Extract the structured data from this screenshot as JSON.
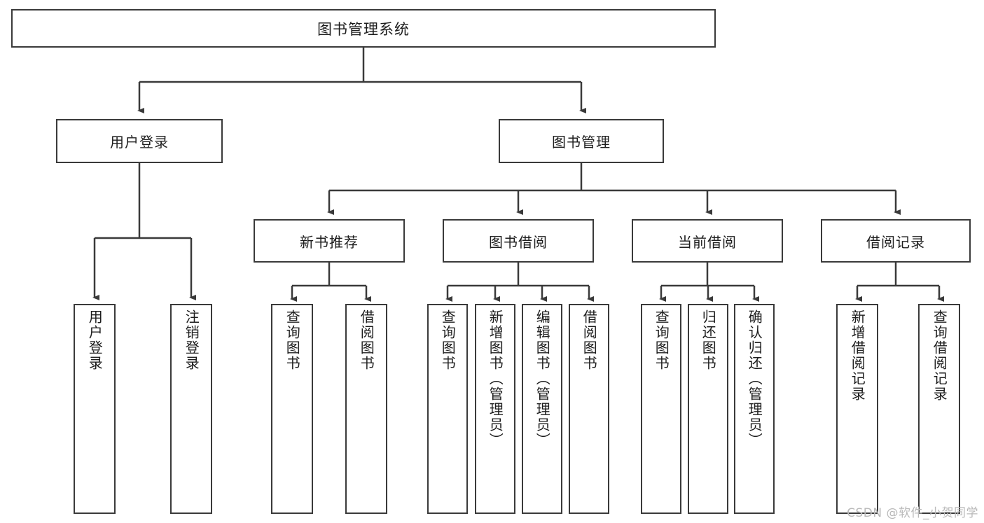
{
  "diagram": {
    "title": "图书管理系统",
    "watermark": "CSDN @软件_小贺同学",
    "root": {
      "label": "图书管理系统"
    },
    "level1": [
      {
        "label": "用户登录"
      },
      {
        "label": "图书管理"
      }
    ],
    "level2": [
      {
        "label": "新书推荐"
      },
      {
        "label": "图书借阅"
      },
      {
        "label": "当前借阅"
      },
      {
        "label": "借阅记录"
      }
    ],
    "leaves": {
      "user_login": [
        {
          "label": "用户登录"
        },
        {
          "label": "注销登录"
        }
      ],
      "new_book": [
        {
          "label": "查询图书"
        },
        {
          "label": "借阅图书"
        }
      ],
      "borrow_book": [
        {
          "label": "查询图书"
        },
        {
          "label": "新增图书（管理员）"
        },
        {
          "label": "编辑图书（管理员）"
        },
        {
          "label": "借阅图书"
        }
      ],
      "current_borrow": [
        {
          "label": "查询图书"
        },
        {
          "label": "归还图书"
        },
        {
          "label": "确认归还（管理员）"
        }
      ],
      "borrow_record": [
        {
          "label": "新增借阅记录"
        },
        {
          "label": "查询借阅记录"
        }
      ]
    },
    "colors": {
      "stroke": "#3a3a3a",
      "fill": "#ffffff",
      "text": "#1d1d1d",
      "watermark": "#b9b9b9"
    }
  }
}
